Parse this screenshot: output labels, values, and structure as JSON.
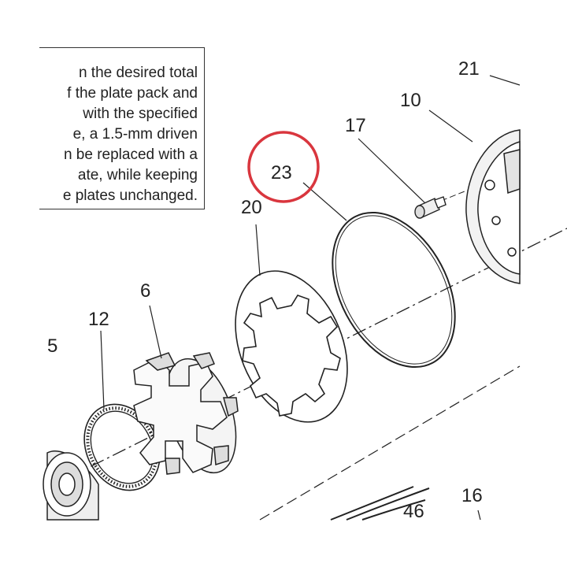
{
  "note": {
    "lines": [
      "n the desired total",
      "f the plate pack and",
      "with the specified",
      "e, a 1.5-mm driven",
      "n be replaced with a",
      "ate, while keeping",
      "e plates unchanged."
    ]
  },
  "callouts": {
    "c21": "21",
    "c10": "10",
    "c17": "17",
    "c23": "23",
    "c20": "20",
    "c6": "6",
    "c12": "12",
    "c5": "5",
    "c16": "16",
    "c46": "46"
  },
  "colors": {
    "highlight": "#d9363e",
    "ink": "#222222"
  }
}
